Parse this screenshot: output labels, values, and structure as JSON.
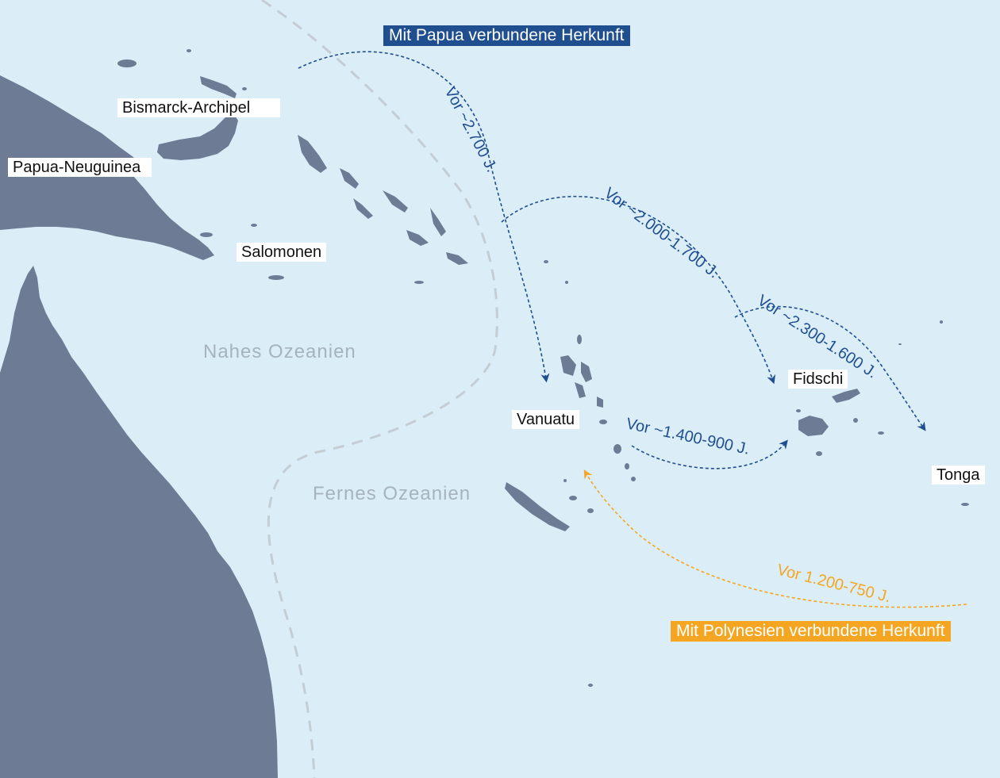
{
  "colors": {
    "ocean": "#dbeef8",
    "land": "#6e7b94",
    "papua_route": "#1f4f8f",
    "polynesia_route": "#f4a623",
    "boundary": "#c4cdd3",
    "region_text": "#a7b3bc"
  },
  "legend": {
    "papua": "Mit Papua verbundene Herkunft",
    "polynesia": "Mit Polynesien verbundene Herkunft"
  },
  "places": {
    "bismarck": "Bismarck-Archipel",
    "papua_neuguinea": "Papua-Neuguinea",
    "salomonen": "Salomonen",
    "vanuatu": "Vanuatu",
    "fidschi": "Fidschi",
    "tonga": "Tonga"
  },
  "regions": {
    "near": "Nahes Ozeanien",
    "remote": "Fernes Ozeanien"
  },
  "routes": {
    "r1": "Vor ~2.700 J.",
    "r2": "Vor ~2.000-1.700 J.",
    "r3": "Vor ~2.300-1.600 J.",
    "r4": "Vor ~1.400-900 J.",
    "r5": "Vor 1.200-750 J."
  }
}
